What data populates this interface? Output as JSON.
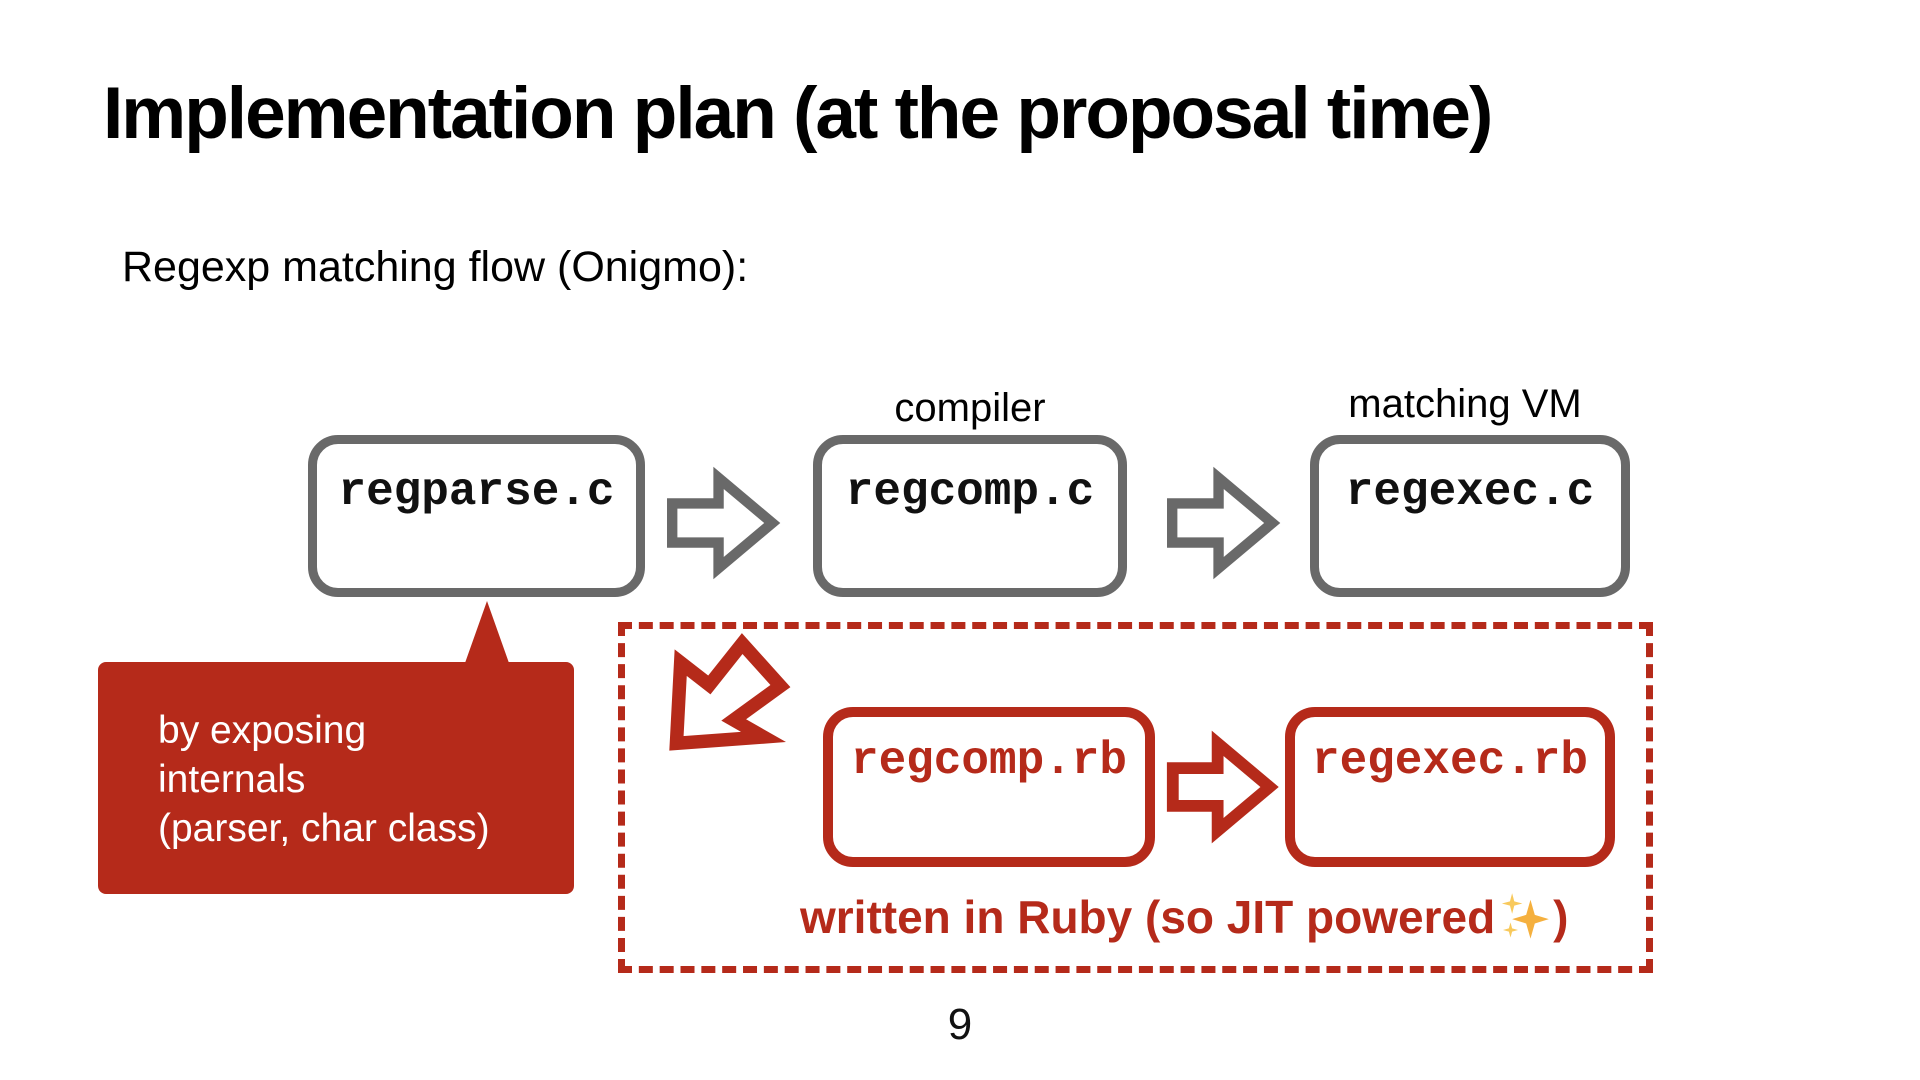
{
  "slide": {
    "title": "Implementation plan (at the proposal time)",
    "subtitle": "Regexp matching flow (Onigmo):",
    "page_number": "9"
  },
  "onigmo_flow": {
    "stage_labels": [
      {
        "text": "compiler"
      },
      {
        "text": "matching VM"
      }
    ],
    "boxes": [
      {
        "label": "regparse.c"
      },
      {
        "label": "regcomp.c"
      },
      {
        "label": "regexec.c"
      }
    ]
  },
  "callout": {
    "line1": "by exposing",
    "line2": "internals",
    "line3": "(parser, char class)"
  },
  "proposal": {
    "boxes": [
      {
        "label": "regcomp.rb"
      },
      {
        "label": "regexec.rb"
      }
    ],
    "caption_text": "written in Ruby (so JIT powered",
    "caption_close": ")",
    "sparkle_icon": "sparkles"
  },
  "colors": {
    "accent_red": "#b52a1a",
    "box_gray": "#696969",
    "sparkle_gold": "#f5b03e"
  }
}
